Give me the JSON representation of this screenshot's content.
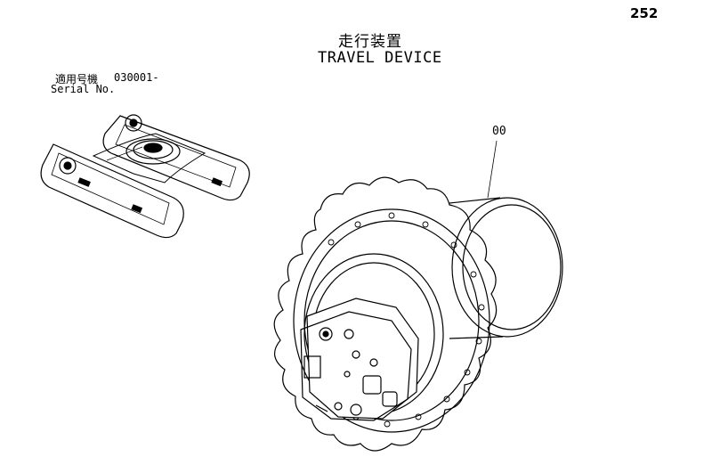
{
  "page": {
    "number": "252"
  },
  "title": {
    "japanese": "走行装置",
    "english": "TRAVEL DEVICE"
  },
  "serial": {
    "label_jp": "適用号機",
    "range": "030001-",
    "label_en": "Serial No."
  },
  "callouts": [
    {
      "label": "00"
    }
  ],
  "figures": [
    {
      "name": "undercarriage-overview",
      "description_icon": "crawler-undercarriage-icon"
    },
    {
      "name": "travel-device-assembly",
      "description_icon": "travel-motor-sprocket-icon"
    }
  ]
}
